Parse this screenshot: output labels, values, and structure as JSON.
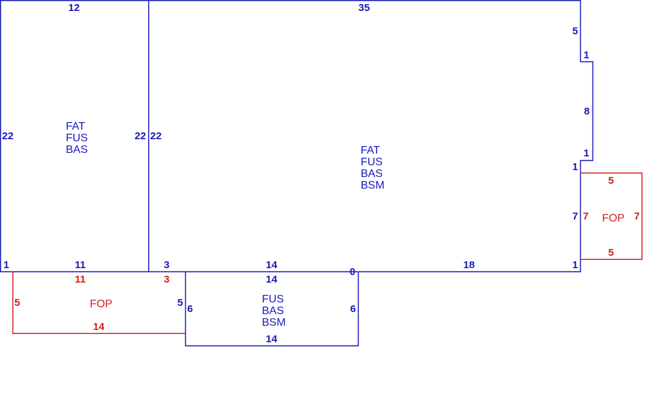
{
  "colors": {
    "main": "#1a1ab8",
    "porch": "#d42020",
    "background": "#ffffff"
  },
  "left_section": {
    "codes": [
      "FAT",
      "FUS",
      "BAS"
    ],
    "dims": {
      "top": "12",
      "left": "22",
      "right": "22",
      "bottom_left": "1",
      "bottom": "11"
    }
  },
  "main_section": {
    "codes": [
      "FAT",
      "FUS",
      "BAS",
      "BSM"
    ],
    "dims": {
      "top": "35",
      "left": "22",
      "right_upper": "5",
      "notch_top": "1",
      "notch_side": "8",
      "notch_bottom": "1",
      "right_lower_top": "1",
      "right_lower": "7",
      "right_bottom": "1",
      "bottom_a": "3",
      "bottom_b": "14",
      "bottom_c": "0",
      "bottom_d": "18"
    }
  },
  "bottom_section": {
    "codes": [
      "FUS",
      "BAS",
      "BSM"
    ],
    "dims": {
      "top": "14",
      "left": "6",
      "right": "6",
      "bottom": "14"
    }
  },
  "porch_left": {
    "code": "FOP",
    "dims": {
      "top_a": "11",
      "top_b": "3",
      "left": "5",
      "right": "5",
      "bottom": "14"
    }
  },
  "porch_right": {
    "code": "FOP",
    "dims": {
      "top": "5",
      "left": "7",
      "right": "7",
      "bottom": "5"
    }
  }
}
